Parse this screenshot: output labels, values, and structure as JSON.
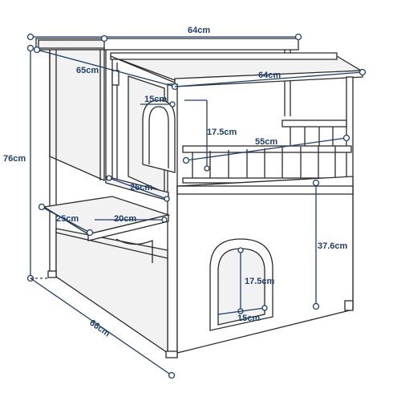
{
  "colors": {
    "dimension_line": "#1f3e6b",
    "outline": "#2b2b2b",
    "background": "#ffffff"
  },
  "dimensions": {
    "top_width": "64cm",
    "top_depth": "65cm",
    "front_width": "64cm",
    "window_width": "15cm",
    "window_height": "17.5cm",
    "railing_length": "55cm",
    "total_height": "76cm",
    "ledge_depth": "26cm",
    "step_depth": "25cm",
    "step_width": "20cm",
    "door_width": "15cm",
    "door_height": "17.5cm",
    "lower_height": "37.6cm",
    "base_depth": "66cm"
  }
}
